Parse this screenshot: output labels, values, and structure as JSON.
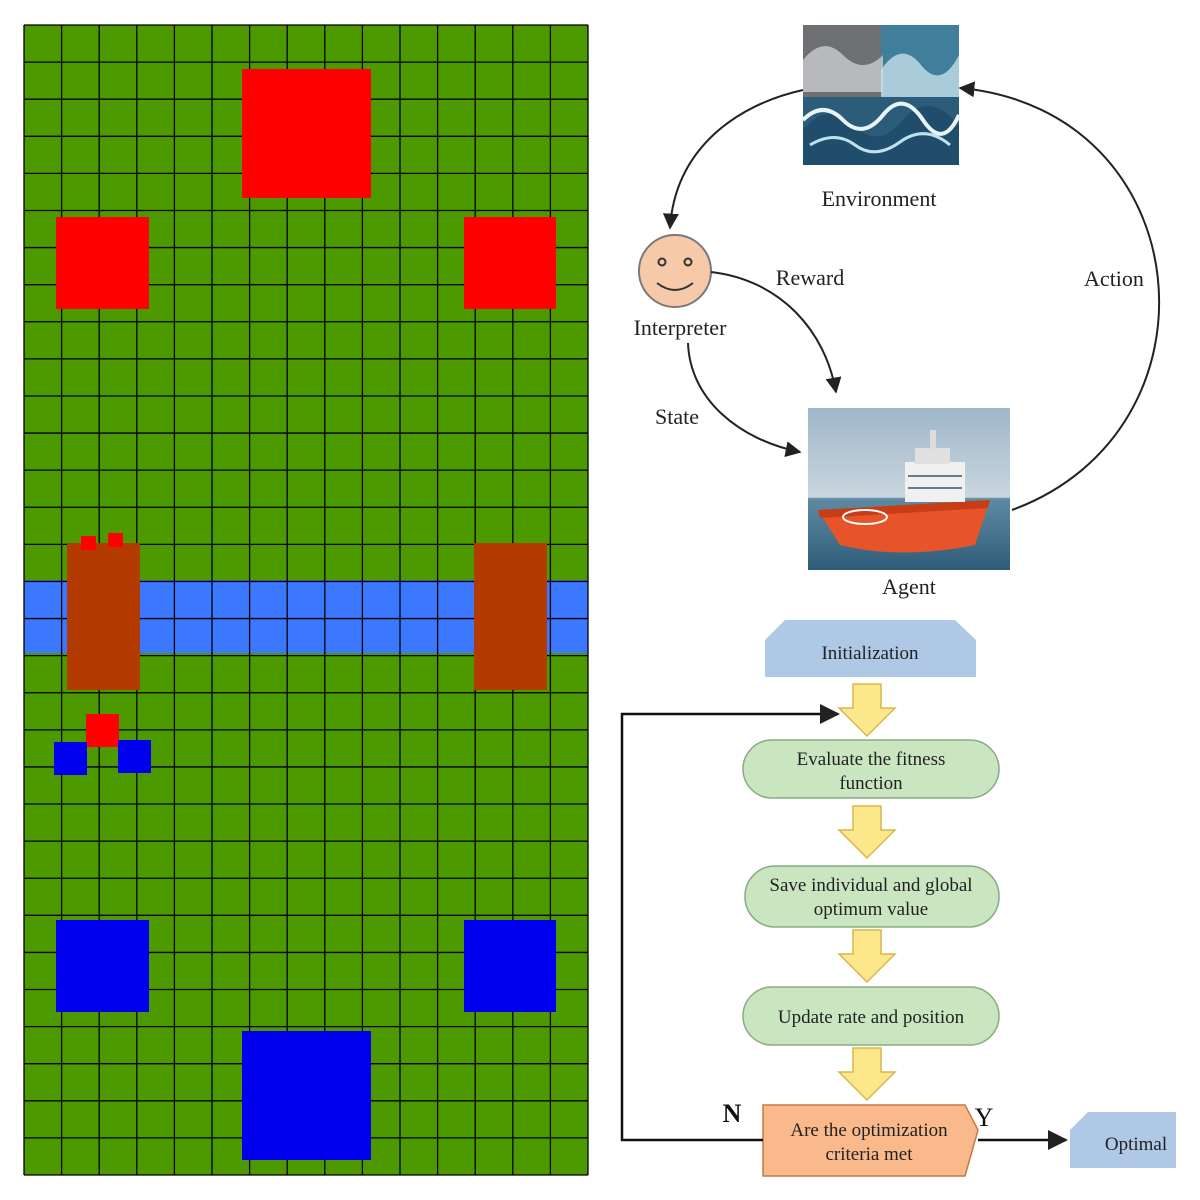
{
  "grid_panel": {
    "colors": {
      "field": "#4c9a00",
      "grid_line": "#000000",
      "river": "#3b78ff",
      "bridge": "#b33a00",
      "red_unit": "#ff0000",
      "blue_unit": "#0000ee"
    },
    "grid_cells": {
      "columns": 15,
      "rows": 31
    }
  },
  "rl_diagram": {
    "environment_label": "Environment",
    "interpreter_label": "Interpreter",
    "agent_label": "Agent",
    "reward_label": "Reward",
    "action_label": "Action",
    "state_label": "State",
    "icons": [
      "ocean-waves-image",
      "smiley-face-icon",
      "ship-image"
    ]
  },
  "pso_flowchart": {
    "start_label": "Initialization",
    "steps": [
      {
        "line1": "Evaluate the fitness",
        "line2": "function"
      },
      {
        "line1": "Save individual and global",
        "line2": "optimum value"
      },
      {
        "line1": "Update rate and position",
        "line2": ""
      }
    ],
    "decision": {
      "line1": "Are the optimization",
      "line2": "criteria met"
    },
    "no_label": "N",
    "yes_label": "Y",
    "end_label": "Optimal",
    "colors": {
      "terminal_fill": "#aec8e6",
      "process_fill": "#c9e6c0",
      "process_stroke": "#8aab80",
      "decision_fill": "#f9b98a",
      "decision_stroke": "#c47a45",
      "arrow_fill": "#fde78b",
      "arrow_stroke": "#d7b74a"
    }
  }
}
